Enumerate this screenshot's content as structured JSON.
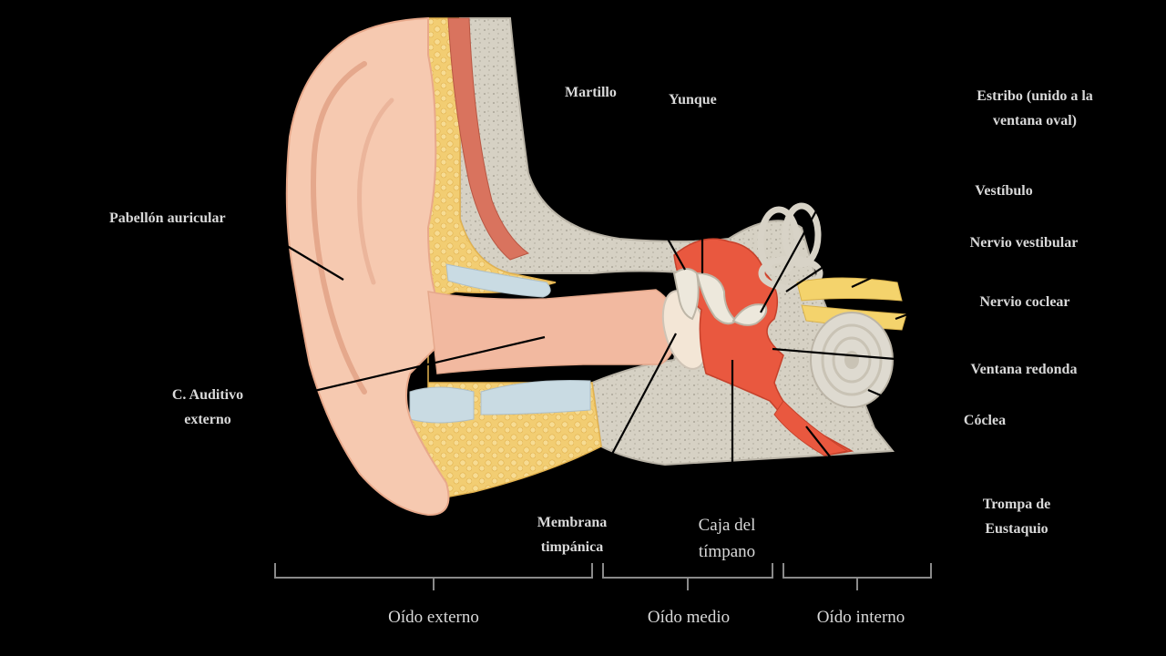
{
  "labels": {
    "pabellon": "Pabellón auricular",
    "conducto_1": "C. Auditivo",
    "conducto_2": "externo",
    "martillo": "Martillo",
    "yunque": "Yunque",
    "estribo_1": "Estribo (unido  a la",
    "estribo_2": "ventana oval)",
    "vestibulo": "Vestíbulo",
    "nervio_vestibular": "Nervio vestibular",
    "nervio_coclear": "Nervio coclear",
    "ventana_redonda": "Ventana redonda",
    "coclea": "Cóclea",
    "trompa_1": "Trompa de",
    "trompa_2": "Eustaquio",
    "membrana_1": "Membrana",
    "membrana_2": "timpánica",
    "caja_1": "Caja del",
    "caja_2": "tímpano"
  },
  "regions": {
    "externo": "Oído externo",
    "medio": "Oído medio",
    "interno": "Oído interno"
  },
  "colors": {
    "background": "#000000",
    "skin": "#f6c9b0",
    "skin_shadow": "#eab299",
    "fat": "#f3cf79",
    "bone": "#d9d4c8",
    "cartilage": "#c9dbe3",
    "muscle": "#d9735e",
    "cavity_red": "#e9583f",
    "nerve_yellow": "#f4d36c",
    "label_text": "#d9d9d9",
    "leader_line": "#000000"
  }
}
